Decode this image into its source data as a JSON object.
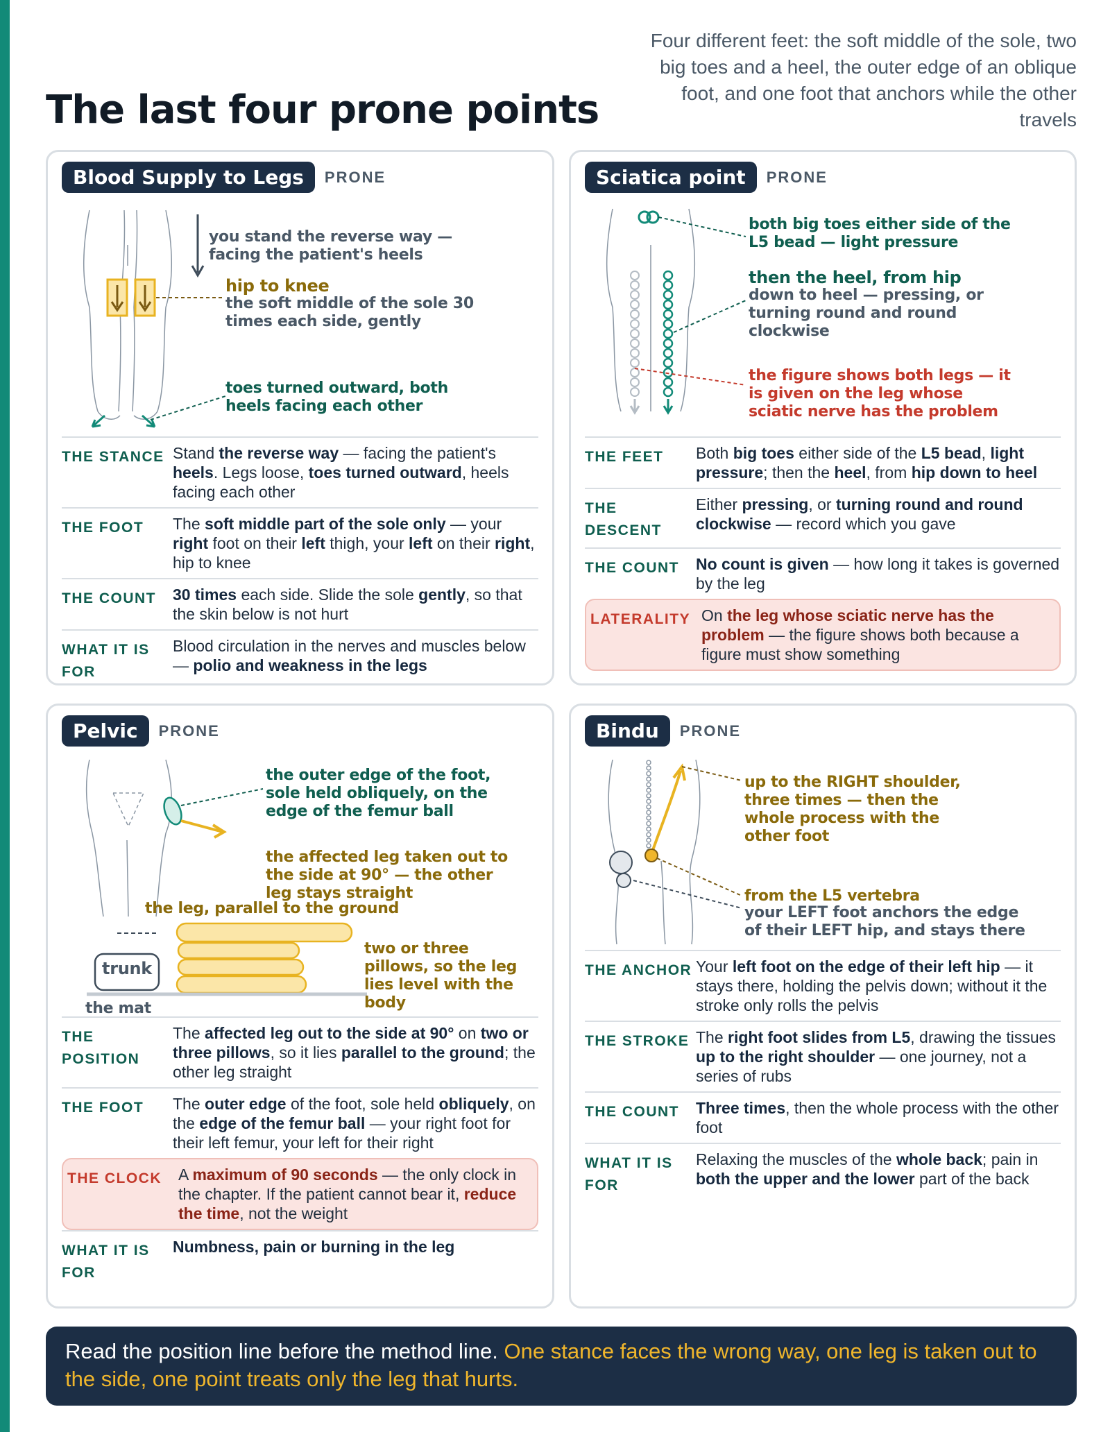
{
  "page": {
    "title": "The last four prone points",
    "intro": "Four different feet: the soft middle of the sole, two big toes and a heel, the outer edge of an oblique foot, and one foot that anchors while the other travels"
  },
  "colors": {
    "accent_green": "#128a78",
    "navy": "#1c2e45",
    "gold": "#e8b321",
    "red": "#c43a2c",
    "highlight_bg": "#fbe4e1"
  },
  "cards": {
    "blood": {
      "title": "Blood Supply to Legs",
      "tag": "PRONE",
      "fig": {
        "a1": "you stand the reverse way — facing the patient's heels",
        "a2_lead": "hip to knee",
        "a2": "the soft middle of the sole 30 times each side, gently",
        "a3": "toes turned outward, both heels facing each other"
      },
      "rows": [
        {
          "label": "THE STANCE",
          "html": "Stand <b>the reverse way</b> — facing the patient's <b>heels</b>. Legs loose, <b>toes turned outward</b>, heels facing each other"
        },
        {
          "label": "THE FOOT",
          "html": "The <b>soft middle part of the sole only</b> — your <b>right</b> foot on their <b>left</b> thigh, your <b>left</b> on their <b>right</b>, hip to knee"
        },
        {
          "label": "THE COUNT",
          "html": "<b>30 times</b> each side. Slide the sole <b>gently</b>, so that the skin below is not hurt"
        },
        {
          "label": "WHAT IT IS FOR",
          "html": "Blood circulation in the nerves and muscles below — <b>polio and weakness in the legs</b>"
        }
      ]
    },
    "sciatica": {
      "title": "Sciatica point",
      "tag": "PRONE",
      "fig": {
        "a1": "both big toes either side of the L5 bead — light pressure",
        "a2_lead": "then the heel, from hip",
        "a2": "down to heel — pressing, or turning round and round clockwise",
        "a3": "the figure shows both legs — it is given on the leg whose sciatic nerve has the problem"
      },
      "rows": [
        {
          "label": "THE FEET",
          "html": "Both <b>big toes</b> either side of the <b>L5 bead</b>, <b>light pressure</b>; then the <b>heel</b>, from <b>hip down to heel</b>"
        },
        {
          "label": "THE DESCENT",
          "html": "Either <b>pressing</b>, or <b>turning round and round clockwise</b> — record which you gave"
        },
        {
          "label": "THE COUNT",
          "html": "<b>No count is given</b> — how long it takes is governed by the leg"
        },
        {
          "label": "LATERALITY",
          "html": "On <b>the leg whose sciatic nerve has the problem</b> — the figure shows both because a figure must show something",
          "hl": true
        }
      ]
    },
    "pelvic": {
      "title": "Pelvic",
      "tag": "PRONE",
      "fig": {
        "a1": "the outer edge of the foot, sole held obliquely, on the edge of the femur ball",
        "a2": "the affected leg taken out to the side at 90° — the other leg stays straight",
        "a3": "the leg, parallel to the ground",
        "a4": "two or three pillows, so the leg lies level with the body",
        "trunk": "trunk",
        "mat": "the mat"
      },
      "rows": [
        {
          "label": "THE POSITION",
          "html": "The <b>affected leg out to the side at 90°</b> on <b>two or three pillows</b>, so it lies <b>parallel to the ground</b>; the other leg straight"
        },
        {
          "label": "THE FOOT",
          "html": "The <b>outer edge</b> of the foot, sole held <b>obliquely</b>, on the <b>edge of the femur ball</b> — your right foot for their left femur, your left for their right"
        },
        {
          "label": "THE CLOCK",
          "html": "A <b>maximum of 90 seconds</b> — the only clock in the chapter. If the patient cannot bear it, <b>reduce the time</b>, not the weight",
          "hl": true
        },
        {
          "label": "WHAT IT IS FOR",
          "html": "<b>Numbness, pain or burning in the leg</b>"
        }
      ]
    },
    "bindu": {
      "title": "Bindu",
      "tag": "PRONE",
      "fig": {
        "a1": "up to the RIGHT shoulder, three times — then the whole process with the other foot",
        "a2": "from the L5 vertebra",
        "a3": "your LEFT foot anchors the edge of their LEFT hip, and stays there"
      },
      "rows": [
        {
          "label": "THE ANCHOR",
          "html": "Your <b>left foot on the edge of their left hip</b> — it stays there, holding the pelvis down; without it the stroke only rolls the pelvis"
        },
        {
          "label": "THE STROKE",
          "html": "The <b>right foot slides from L5</b>, drawing the tissues <b>up to the right shoulder</b> — one journey, not a series of rubs"
        },
        {
          "label": "THE COUNT",
          "html": "<b>Three times</b>, then the whole process with the other foot"
        },
        {
          "label": "WHAT IT IS FOR",
          "html": "Relaxing the muscles of the <b>whole back</b>; pain in <b>both the upper and the lower</b> part of the back"
        }
      ]
    }
  },
  "footer": {
    "lead": "Read the position line before the method line.",
    "highlight": "One stance faces the wrong way, one leg is taken out to the side, one point treats only the leg that hurts."
  }
}
